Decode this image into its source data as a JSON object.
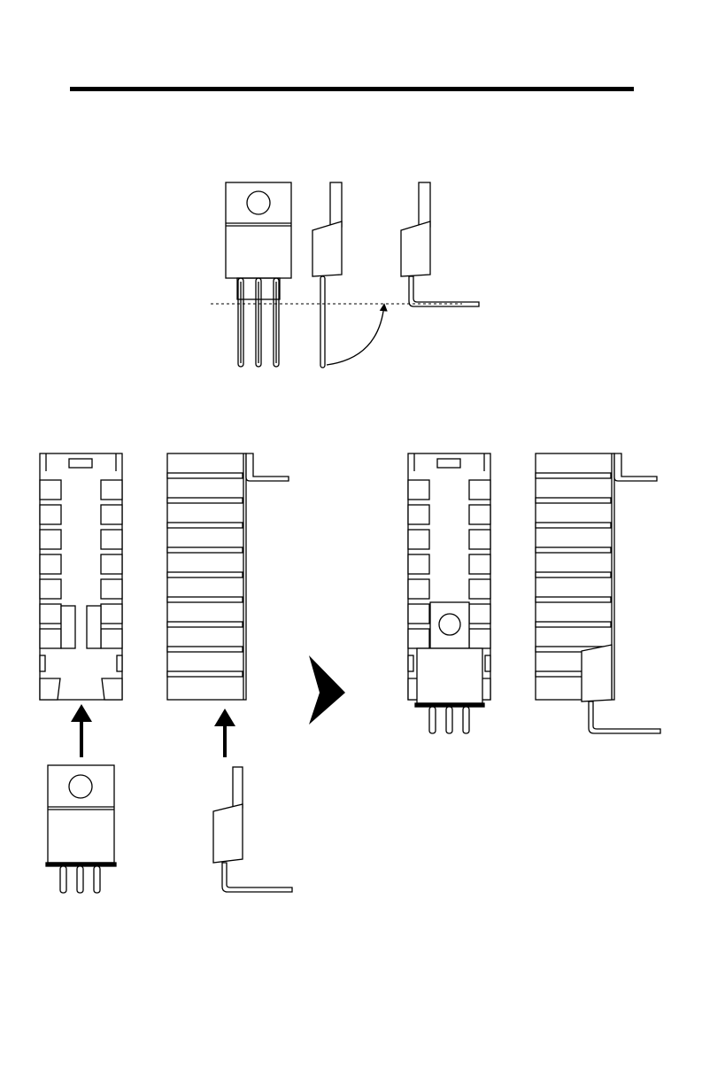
{
  "colors": {
    "ink": "#000000",
    "paper": "#ffffff",
    "guide": "#000000"
  },
  "figures": [
    {
      "id": "bend-sequence",
      "panels": [
        "transistor-front",
        "transistor-side-straight",
        "transistor-side-bent"
      ],
      "guide": "dashed-bend-line",
      "motion": "curved-arrow"
    },
    {
      "id": "mounting-sequence",
      "panels": [
        "heatsink-front-empty",
        "heatsink-side-empty",
        "heatsink-front-mounted",
        "heatsink-side-mounted"
      ],
      "parts": [
        "transistor-front-bent",
        "transistor-side-bent"
      ],
      "motion": [
        "up-arrow",
        "up-arrow",
        "right-triangle-arrow"
      ]
    }
  ]
}
